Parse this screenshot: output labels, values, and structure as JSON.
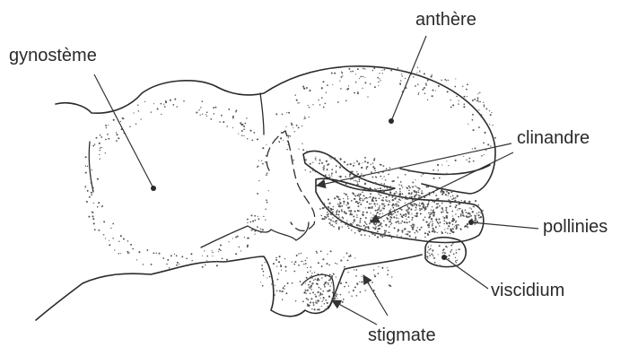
{
  "labels": {
    "gynosteme": "gynostème",
    "anthere": "anthère",
    "clinandre": "clinandre",
    "pollinies": "pollinies",
    "viscidium": "viscidium",
    "stigmate": "stigmate"
  },
  "colors": {
    "ink": "#2b2b2b",
    "label": "#2a2a2a"
  }
}
